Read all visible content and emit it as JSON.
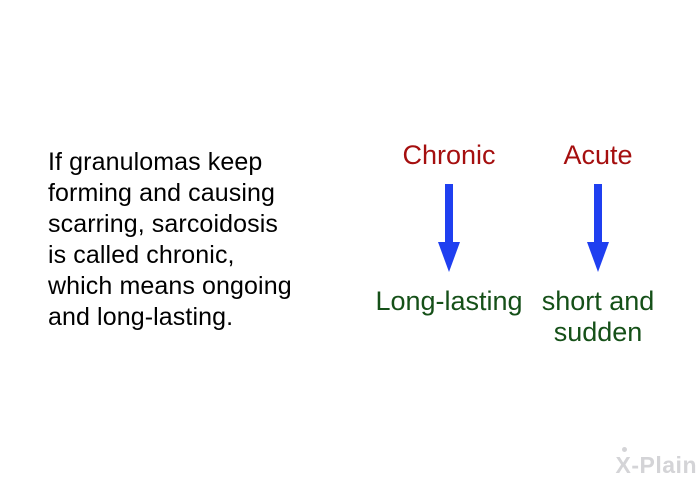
{
  "page": {
    "background_color": "#ffffff"
  },
  "paragraph": {
    "color": "#000000",
    "lines": [
      "If granulomas keep",
      "forming and causing",
      "scarring, sarcoidosis",
      "is called chronic,",
      "which means ongoing",
      "and long-lasting."
    ],
    "full_text": "If granulomas keep forming and causing scarring, sarcoidosis is called chronic, which means ongoing and long-lasting."
  },
  "diagram": {
    "term_color": "#a50f0f",
    "result_color": "#155018",
    "arrow_color": "#1f3ff0",
    "arrow_icon": "down-arrow",
    "columns": [
      {
        "term": "Chronic",
        "result": "Long-lasting"
      },
      {
        "term": "Acute",
        "result": "short and sudden"
      }
    ]
  },
  "footer": {
    "logo_text": "X-Plain",
    "logo_x": "X",
    "logo_rest": "-Plain",
    "logo_color": "#d4d4d7"
  }
}
